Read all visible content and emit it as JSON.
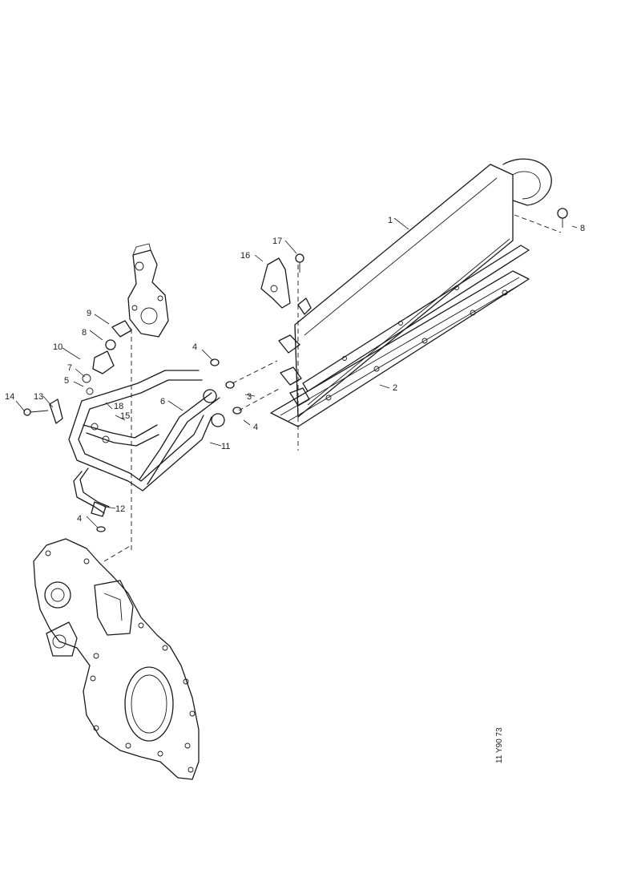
{
  "diagram": {
    "reference_code": "11 Y90 73",
    "callouts": {
      "c1": "1",
      "c2": "2",
      "c3": "3",
      "c4a": "4",
      "c4b": "4",
      "c4c": "4",
      "c5": "5",
      "c6": "6",
      "c7": "7",
      "c8": "8",
      "c8b": "8",
      "c9": "9",
      "c10": "10",
      "c11": "11",
      "c12": "12",
      "c13": "13",
      "c14": "14",
      "c15": "15",
      "c16": "16",
      "c17": "17",
      "c18": "18"
    }
  }
}
